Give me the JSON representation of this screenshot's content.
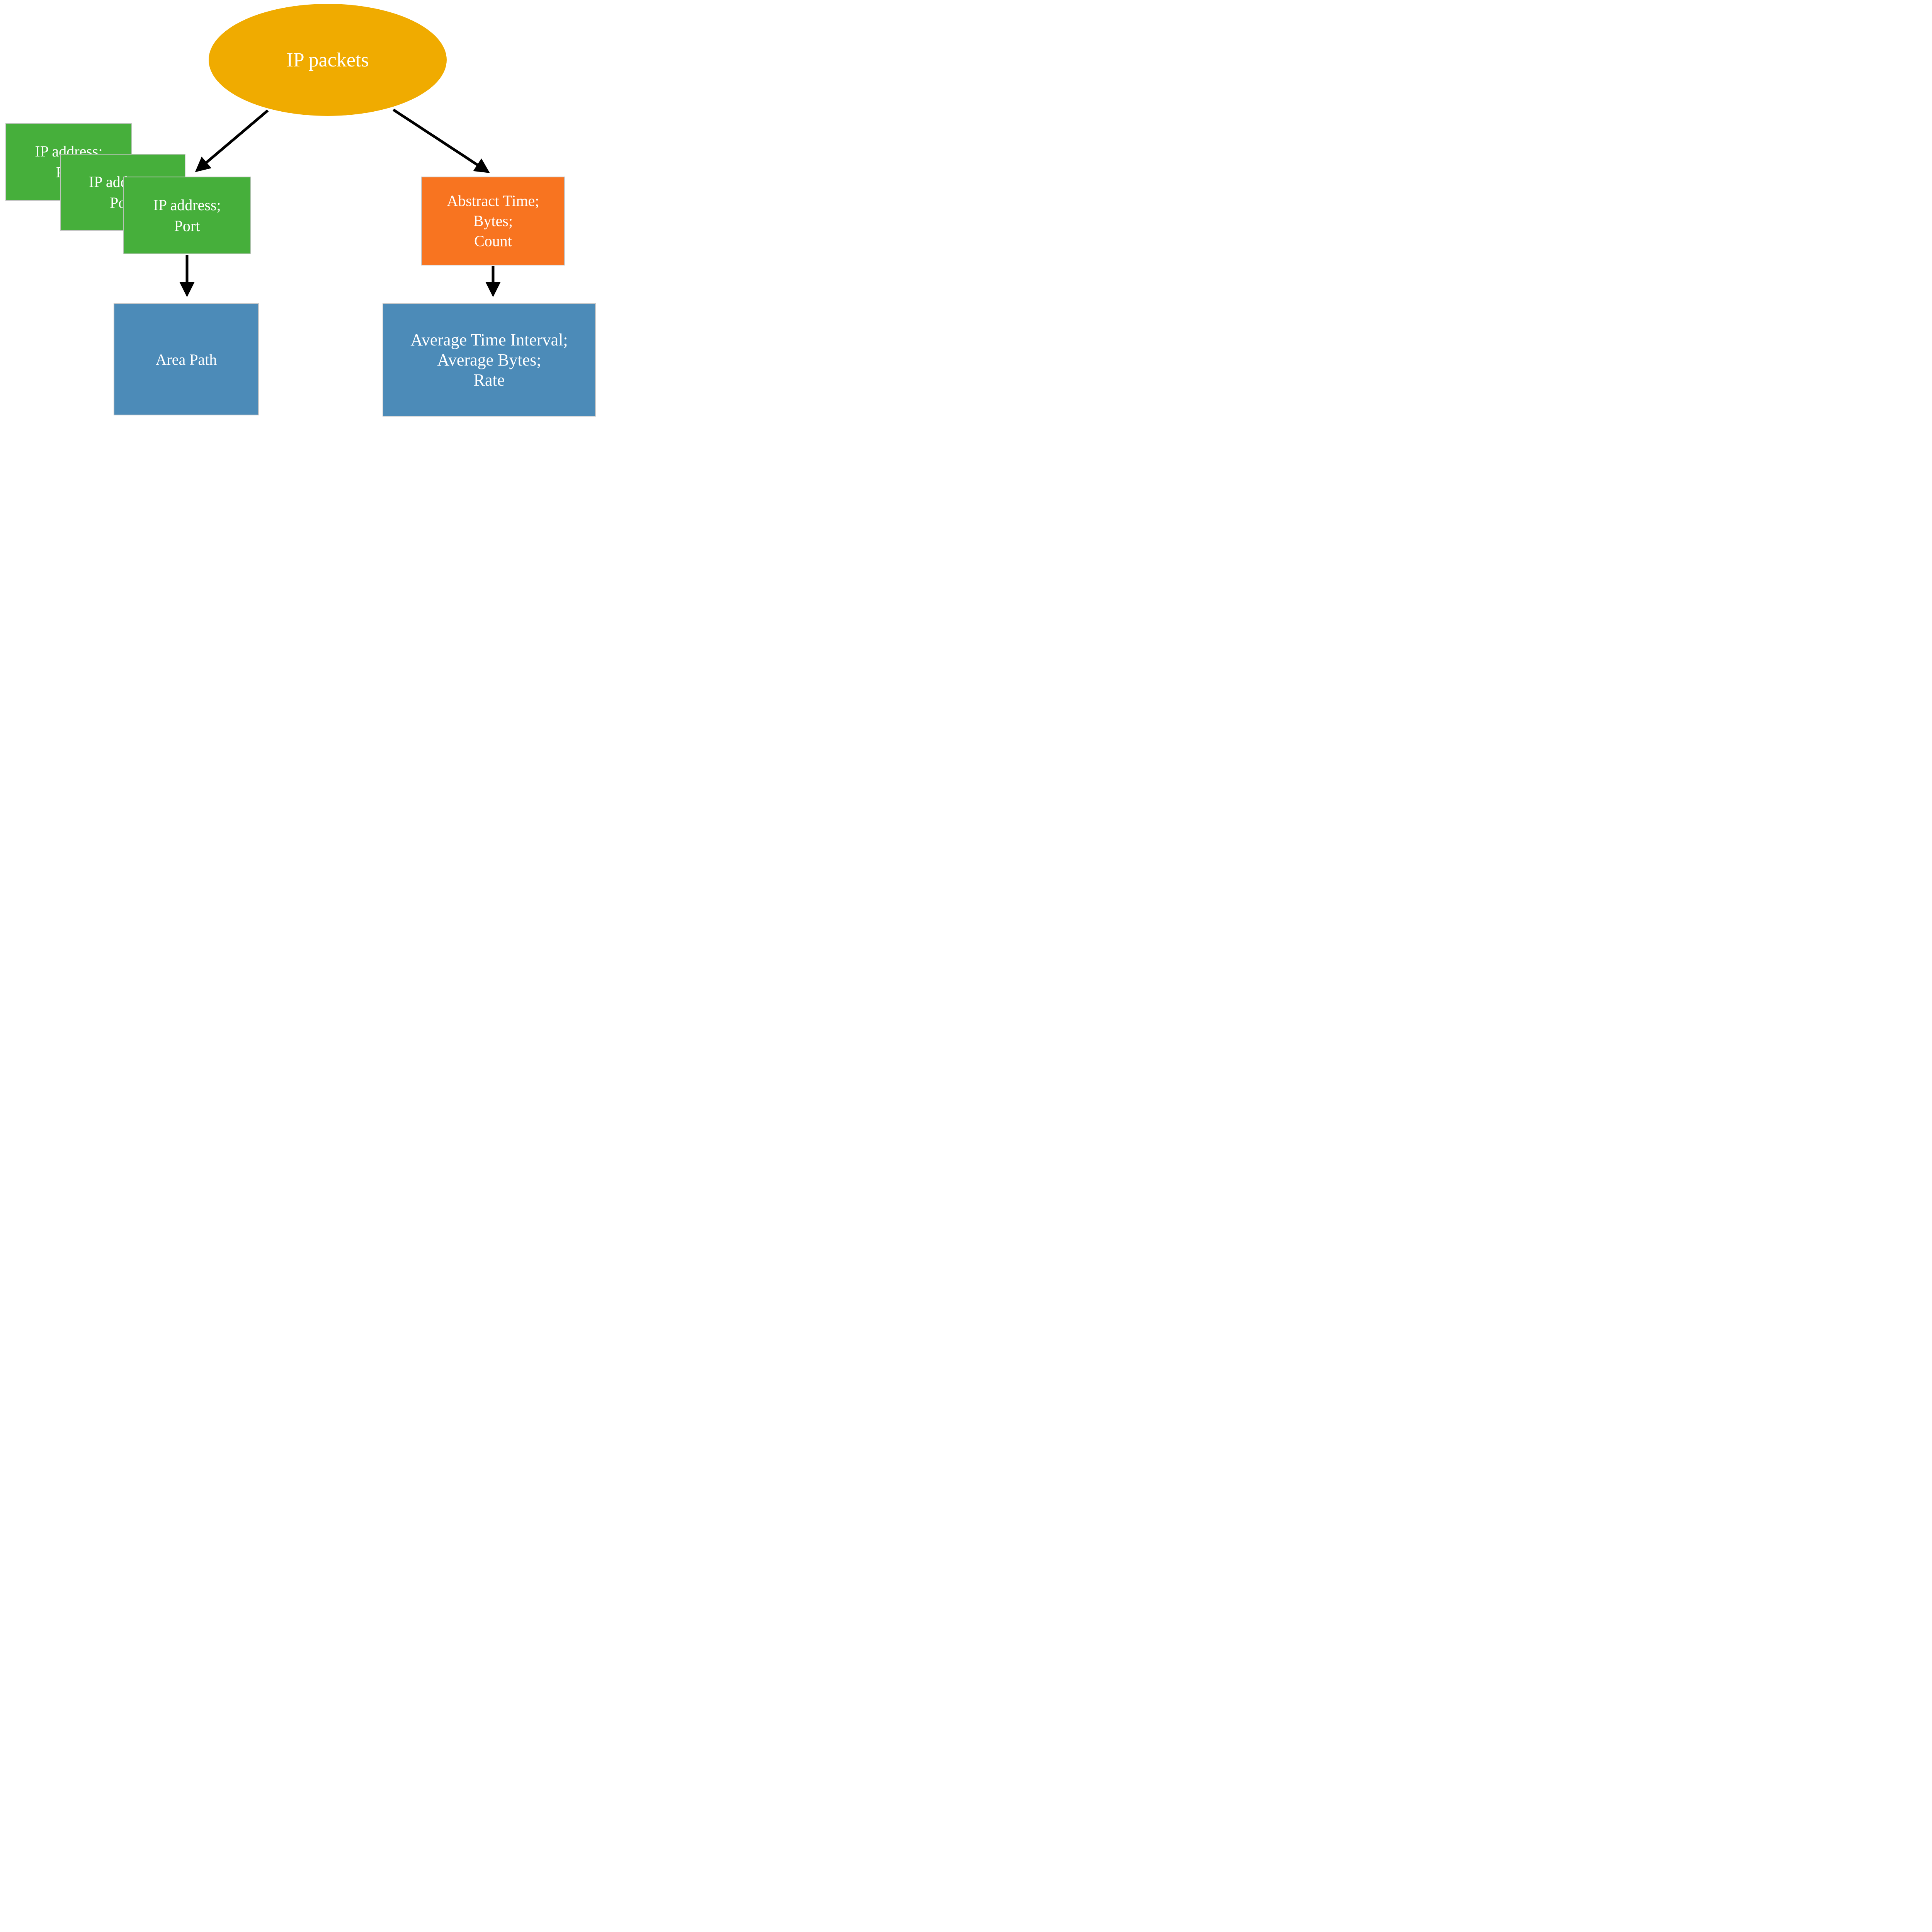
{
  "diagram": {
    "root": {
      "label": "IP packets"
    },
    "green_boxes": [
      {
        "line1": "IP address;",
        "line2": "Port"
      },
      {
        "line1": "IP address;",
        "line2": "Port"
      },
      {
        "line1": "IP address;",
        "line2": "Port"
      }
    ],
    "orange_node": {
      "lines": [
        "Abstract Time;",
        "Bytes;",
        "Count"
      ]
    },
    "blue_left": {
      "label": "Area Path"
    },
    "blue_right": {
      "lines": [
        "Average Time Interval;",
        "Average Bytes;",
        "Rate"
      ]
    },
    "colors": {
      "gold": "#F0AB00",
      "green": "#46AF3B",
      "orange": "#F87420",
      "blue": "#4C8BB8",
      "arrow": "#000000",
      "text": "#FFFFFF",
      "box_border": "#C6C6C6"
    }
  }
}
